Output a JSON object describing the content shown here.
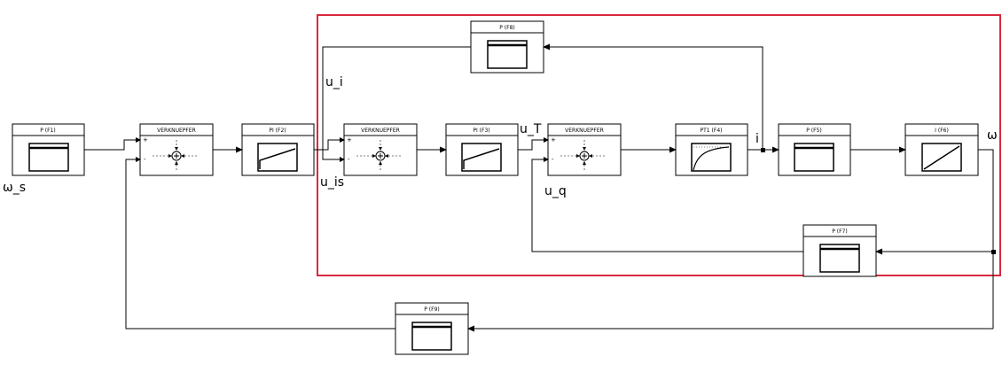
{
  "colors": {
    "highlight_frame": "#d9273e",
    "line": "#000000",
    "block_border": "#000000"
  },
  "blocks": {
    "f1": {
      "title": "P (F1)",
      "icon": "proportional-icon"
    },
    "sum1": {
      "title": "VERKNUEPFER",
      "icon": "summing-junction-icon",
      "signs": [
        "+",
        "-"
      ]
    },
    "f2": {
      "title": "PI (F2)",
      "icon": "pi-ramp-icon"
    },
    "sum2": {
      "title": "VERKNUEPFER",
      "icon": "summing-junction-icon",
      "signs": [
        "+",
        "-"
      ]
    },
    "f3": {
      "title": "PI (F3)",
      "icon": "pi-ramp-icon"
    },
    "sum3": {
      "title": "VERKNUEPFER",
      "icon": "summing-junction-icon",
      "signs": [
        "+",
        "-"
      ]
    },
    "f4": {
      "title": "PT1 (F4)",
      "icon": "pt1-step-response-icon"
    },
    "f5": {
      "title": "P (F5)",
      "icon": "proportional-icon"
    },
    "f6": {
      "title": "I (F6)",
      "icon": "integrator-ramp-icon"
    },
    "f7": {
      "title": "P (F7)",
      "icon": "proportional-icon"
    },
    "f8": {
      "title": "P (F8)",
      "icon": "proportional-icon"
    },
    "f9": {
      "title": "P (F9)",
      "icon": "proportional-icon"
    }
  },
  "signals": {
    "omega_s": "ω_s",
    "u_i": "u_i",
    "u_is": "u_is",
    "u_T": "u_T",
    "u_q": "u_q",
    "i": "i",
    "omega": "ω"
  }
}
